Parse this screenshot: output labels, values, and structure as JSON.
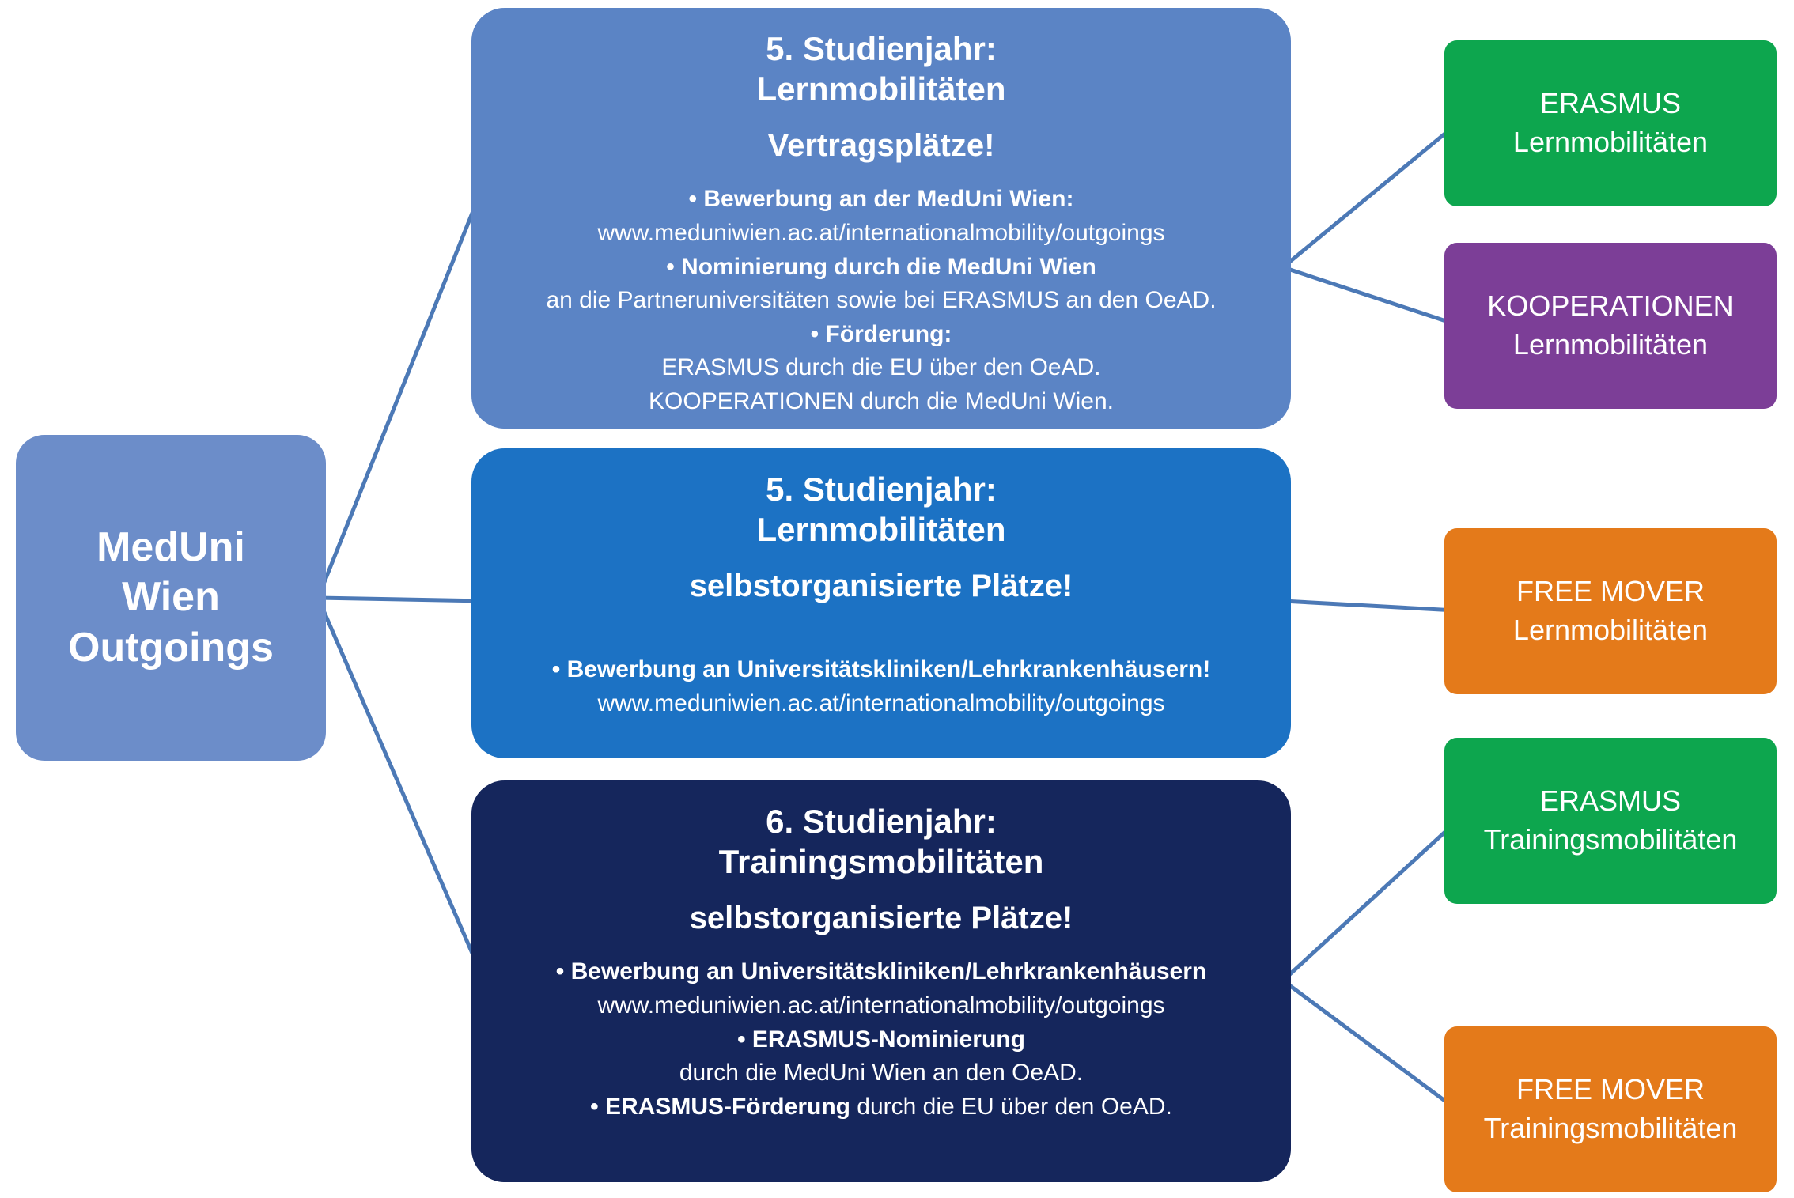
{
  "colors": {
    "connector": "#4C79B6",
    "root_box": "#6C8DC9",
    "box_vertrag": "#5B84C5",
    "box_selbst": "#1C72C4",
    "box_training": "#15265C",
    "erasmus_green": "#0DA64E",
    "kooperationen_purple": "#7C3E97",
    "freemover_orange": "#E47A1A"
  },
  "root_box": {
    "label": "MedUni\nWien\nOutgoings"
  },
  "center_boxes": [
    {
      "title": "5. Studienjahr:\nLernmobilitäten",
      "subtitle": "Vertragsplätze!",
      "body": [
        {
          "text": "• Bewerbung an der MedUni Wien:"
        },
        {
          "text": "www.meduniwien.ac.at/internationalmobility/outgoings"
        },
        {
          "text": "• Nominierung durch die MedUni Wien"
        },
        {
          "text": "an die Partneruniversitäten sowie bei ERASMUS an den OeAD."
        },
        {
          "text": "• Förderung:"
        },
        {
          "text": "ERASMUS durch die EU über den OeAD."
        },
        {
          "text": "KOOPERATIONEN durch die MedUni Wien."
        }
      ]
    },
    {
      "title": "5. Studienjahr:\nLernmobilitäten",
      "subtitle": "selbstorganisierte Plätze!",
      "body": [
        {
          "text": "• Bewerbung an Universitätskliniken/Lehrkrankenhäusern!"
        },
        {
          "text": "www.meduniwien.ac.at/internationalmobility/outgoings"
        }
      ]
    },
    {
      "title": "6. Studienjahr:\nTrainingsmobilitäten",
      "subtitle": "selbstorganisierte Plätze!",
      "body": [
        {
          "text": "• Bewerbung an Universitätskliniken/Lehrkrankenhäusern"
        },
        {
          "text": "www.meduniwien.ac.at/internationalmobility/outgoings"
        },
        {
          "text": "• ERASMUS-Nominierung"
        },
        {
          "text": "durch die MedUni Wien an den OeAD."
        },
        {
          "bold_text": "• ERASMUS-Förderung",
          "normal_text": " durch die EU über den OeAD."
        }
      ]
    }
  ],
  "right_boxes": [
    {
      "line1": "ERASMUS",
      "line2": "Lernmobilitäten",
      "color": "#0DA64E"
    },
    {
      "line1": "KOOPERATIONEN",
      "line2": "Lernmobilitäten",
      "color": "#7C3E97"
    },
    {
      "line1": "FREE MOVER",
      "line2": "Lernmobilitäten",
      "color": "#E47A1A"
    },
    {
      "line1": "ERASMUS",
      "line2": "Trainingsmobilitäten",
      "color": "#0DA64E"
    },
    {
      "line1": "FREE MOVER",
      "line2": "Trainingsmobilitäten",
      "color": "#E47A1A"
    }
  ]
}
